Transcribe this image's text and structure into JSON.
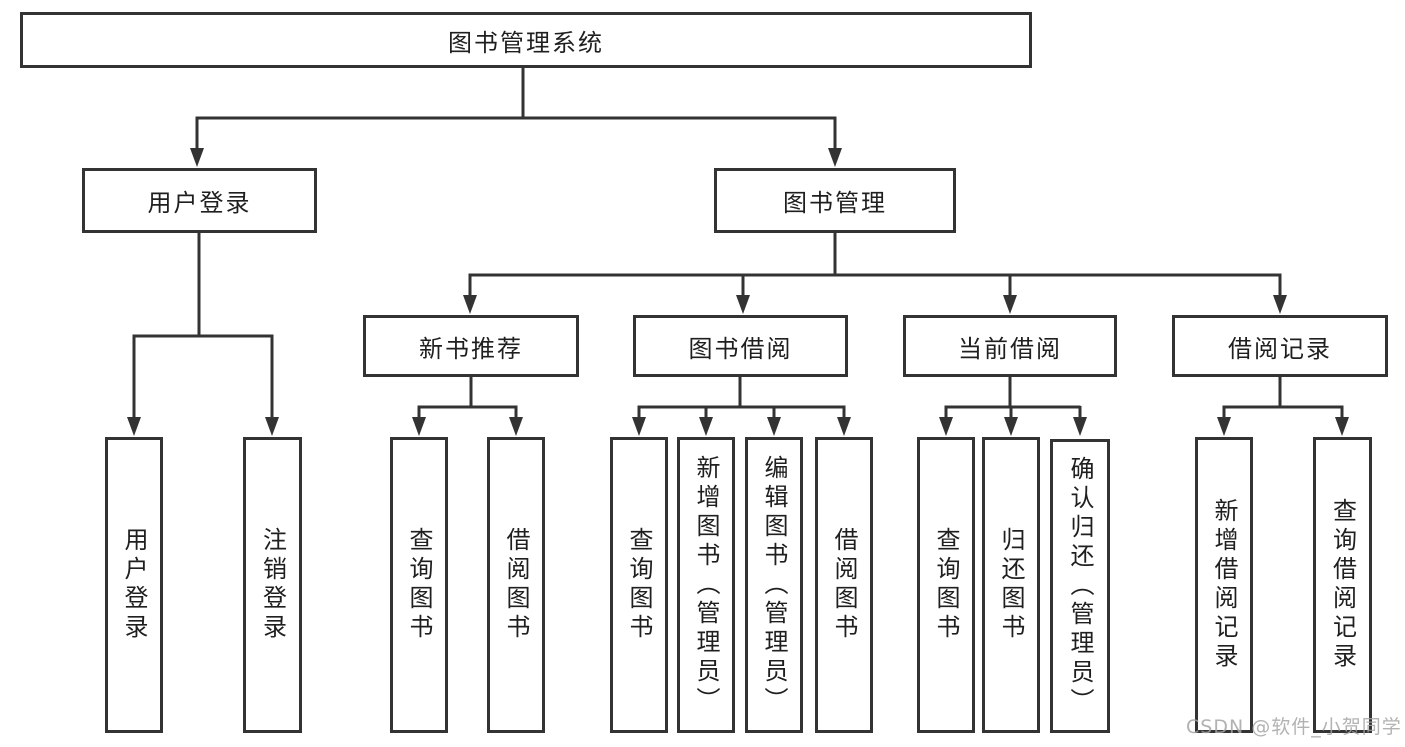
{
  "tree": {
    "label": "图书管理系统",
    "children": [
      {
        "label": "用户登录",
        "children": [
          {
            "label": "用户登录"
          },
          {
            "label": "注销登录"
          }
        ]
      },
      {
        "label": "图书管理",
        "children": [
          {
            "label": "新书推荐",
            "children": [
              {
                "label": "查询图书"
              },
              {
                "label": "借阅图书"
              }
            ]
          },
          {
            "label": "图书借阅",
            "children": [
              {
                "label": "查询图书"
              },
              {
                "label": "新增图书（管理员）"
              },
              {
                "label": "编辑图书（管理员）"
              },
              {
                "label": "借阅图书"
              }
            ]
          },
          {
            "label": "当前借阅",
            "children": [
              {
                "label": "查询图书"
              },
              {
                "label": "归还图书"
              },
              {
                "label": "确认归还（管理员）"
              }
            ]
          },
          {
            "label": "借阅记录",
            "children": [
              {
                "label": "新增借阅记录"
              },
              {
                "label": "查询借阅记录"
              }
            ]
          }
        ]
      }
    ]
  },
  "watermark": "CSDN @软件_小贺同学",
  "colors": {
    "line": "#333333",
    "box_border": "#333333",
    "box_fill": "#ffffff",
    "text": "#1f1f1f",
    "watermark": "#a5a5a5"
  }
}
